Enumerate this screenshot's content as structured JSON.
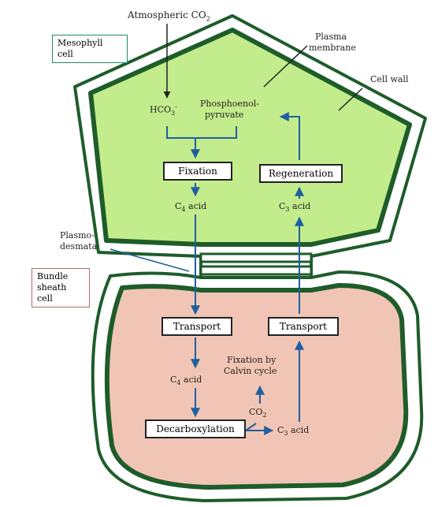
{
  "labels": {
    "atmospheric_co2": "Atmospheric CO",
    "atmospheric_co2_sub": "2",
    "plasma_membrane_line1": "Plasma",
    "plasma_membrane_line2": "membrane",
    "cell_wall": "Cell wall",
    "mesophyll_line1": "Mesophyll",
    "mesophyll_line2": "cell",
    "hco3": "HCO",
    "hco3_sub": "3",
    "hco3_sup": "-",
    "pep_line1": "Phosphoenol-",
    "pep_line2": "pyruvate",
    "fixation": "Fixation",
    "regeneration": "Regeneration",
    "c4_acid_top": "C",
    "c4_acid_top_sub": "4",
    "c4_acid_top_rest": " acid",
    "c3_acid_top": "C",
    "c3_acid_top_sub": "3",
    "c3_acid_top_rest": " acid",
    "plasmodesmata_line1": "Plasmo-",
    "plasmodesmata_line2": "desmata",
    "bundle_line1": "Bundle",
    "bundle_line2": "sheath",
    "bundle_line3": "cell",
    "transport_left": "Transport",
    "transport_right": "Transport",
    "fixation_calvin_line1": "Fixation by",
    "fixation_calvin_line2": "Calvin cycle",
    "c4_acid_bottom": "C",
    "c4_acid_bottom_sub": "4",
    "c4_acid_bottom_rest": " acid",
    "co2": "CO",
    "co2_sub": "2",
    "decarboxylation": "Decarboxylation",
    "c3_acid_bottom": "C",
    "c3_acid_bottom_sub": "3",
    "c3_acid_bottom_rest": " acid"
  },
  "colors": {
    "mesophyll_fill": "#c3ec8c",
    "bundle_fill": "#f1c5b5",
    "wall_green": "#1e5c2a",
    "arrow_blue": "#1f5fa0",
    "box_border": "#222222"
  }
}
